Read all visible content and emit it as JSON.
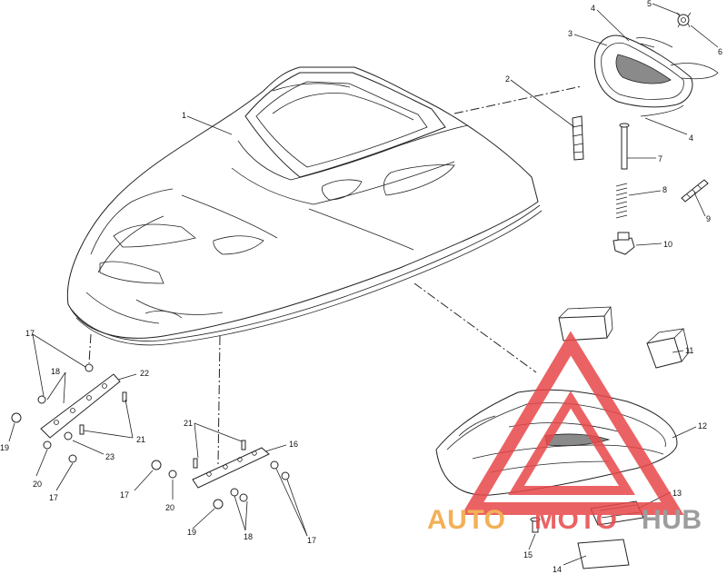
{
  "callouts": [
    {
      "id": "c1",
      "text": "1"
    },
    {
      "id": "c2",
      "text": "2"
    },
    {
      "id": "c3",
      "text": "3"
    },
    {
      "id": "c4a",
      "text": "4"
    },
    {
      "id": "c4b",
      "text": "4"
    },
    {
      "id": "c5",
      "text": "5"
    },
    {
      "id": "c6",
      "text": "6"
    },
    {
      "id": "c7",
      "text": "7"
    },
    {
      "id": "c8",
      "text": "8"
    },
    {
      "id": "c9",
      "text": "9"
    },
    {
      "id": "c10",
      "text": "10"
    },
    {
      "id": "c11",
      "text": "11"
    },
    {
      "id": "c12",
      "text": "12"
    },
    {
      "id": "c13",
      "text": "13"
    },
    {
      "id": "c14",
      "text": "14"
    },
    {
      "id": "c15",
      "text": "15"
    },
    {
      "id": "c16",
      "text": "16"
    },
    {
      "id": "c17a",
      "text": "17"
    },
    {
      "id": "c17b",
      "text": "17"
    },
    {
      "id": "c17c",
      "text": "17"
    },
    {
      "id": "c17d",
      "text": "17"
    },
    {
      "id": "c18a",
      "text": "18"
    },
    {
      "id": "c18b",
      "text": "18"
    },
    {
      "id": "c19a",
      "text": "19"
    },
    {
      "id": "c19b",
      "text": "19"
    },
    {
      "id": "c20a",
      "text": "20"
    },
    {
      "id": "c20b",
      "text": "20"
    },
    {
      "id": "c21a",
      "text": "21"
    },
    {
      "id": "c21b",
      "text": "21"
    },
    {
      "id": "c22",
      "text": "22"
    },
    {
      "id": "c23",
      "text": "23"
    }
  ],
  "watermark": {
    "part1": "AUTO",
    "part2": "MOTO",
    "part3": "HUB",
    "color_red": "#e8474a",
    "color_orange": "#f2a33a",
    "color_gray": "#8c8c8c"
  }
}
